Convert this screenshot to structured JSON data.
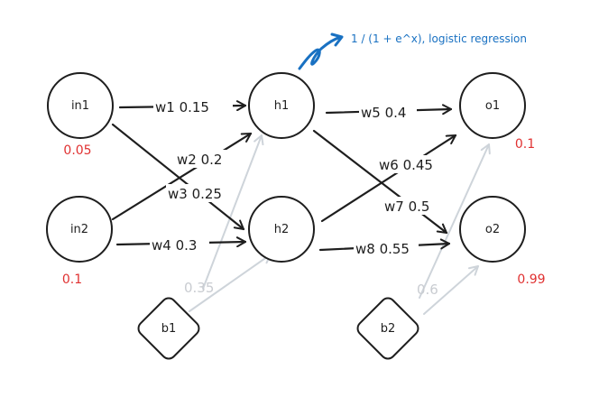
{
  "nodes": {
    "in1": {
      "label": "in1",
      "value": "0.05"
    },
    "in2": {
      "label": "in2",
      "value": "0.1"
    },
    "h1": {
      "label": "h1"
    },
    "h2": {
      "label": "h2"
    },
    "o1": {
      "label": "o1",
      "value": "0.1"
    },
    "o2": {
      "label": "o2",
      "value": "0.99"
    },
    "b1": {
      "label": "b1"
    },
    "b2": {
      "label": "b2"
    }
  },
  "weights": {
    "w1": "w1 0.15",
    "w2": "w2 0.2",
    "w3": "w3 0.25",
    "w4": "w4 0.3",
    "w5": "w5 0.4",
    "w6": "w6 0.45",
    "w7": "w7 0.5",
    "w8": "w8 0.55",
    "b1": "0.35",
    "b2": "0.6"
  },
  "annotation": {
    "text": "1 / (1 + e^x), logistic regression",
    "arrow_icon": "curved-arrow-icon"
  },
  "colors": {
    "ink": "#1e1e1e",
    "faint": "#ced4da",
    "value": "#e03131",
    "annotation": "#1971c2"
  }
}
